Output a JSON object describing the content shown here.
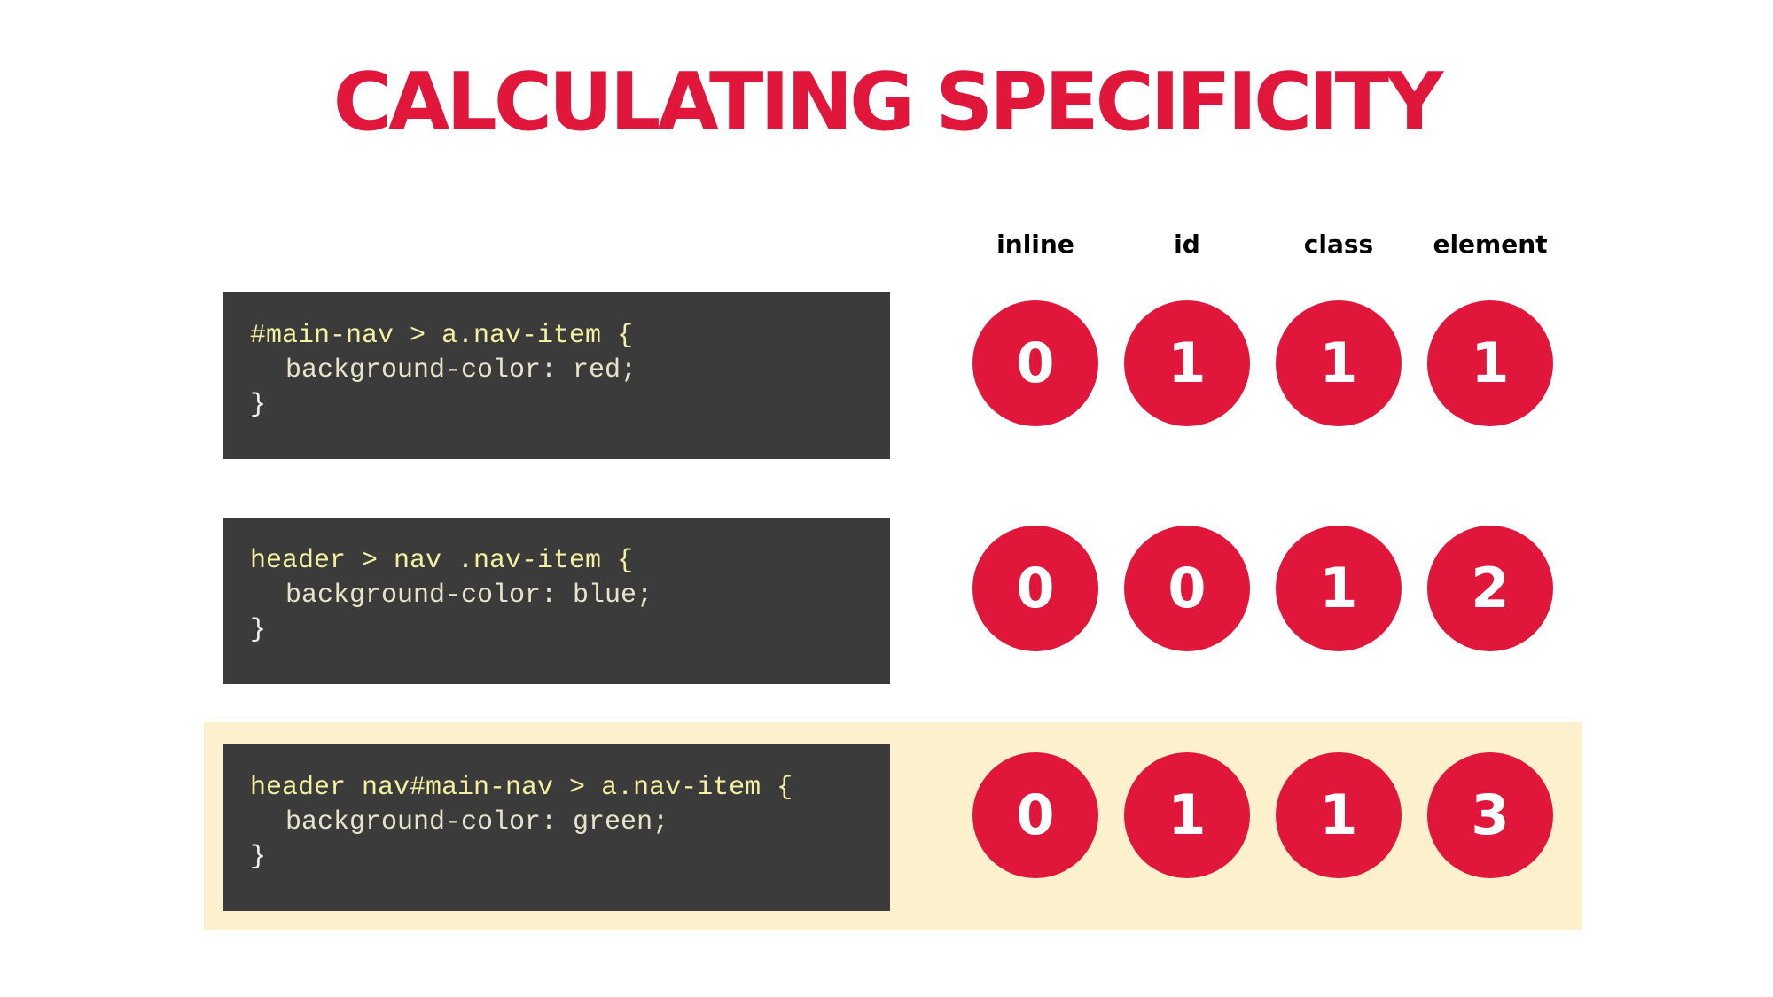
{
  "title": "CALCULATING SPECIFICITY",
  "columns": [
    "inline",
    "id",
    "class",
    "element"
  ],
  "rows": [
    {
      "selector": "#main-nav > a.nav-item {",
      "declaration": "background-color: red;",
      "close": "}",
      "scores": [
        "0",
        "1",
        "1",
        "1"
      ],
      "highlighted": false
    },
    {
      "selector": "header > nav .nav-item {",
      "declaration": "background-color: blue;",
      "close": "}",
      "scores": [
        "0",
        "0",
        "1",
        "2"
      ],
      "highlighted": false
    },
    {
      "selector": "header nav#main-nav > a.nav-item {",
      "declaration": "background-color: green;",
      "close": "}",
      "scores": [
        "0",
        "1",
        "1",
        "3"
      ],
      "highlighted": true
    }
  ],
  "colors": {
    "accent": "#e0163b",
    "code_background": "#3b3b3b",
    "selector_text": "#f4f1a0",
    "highlight_background": "#fdf0cc"
  }
}
